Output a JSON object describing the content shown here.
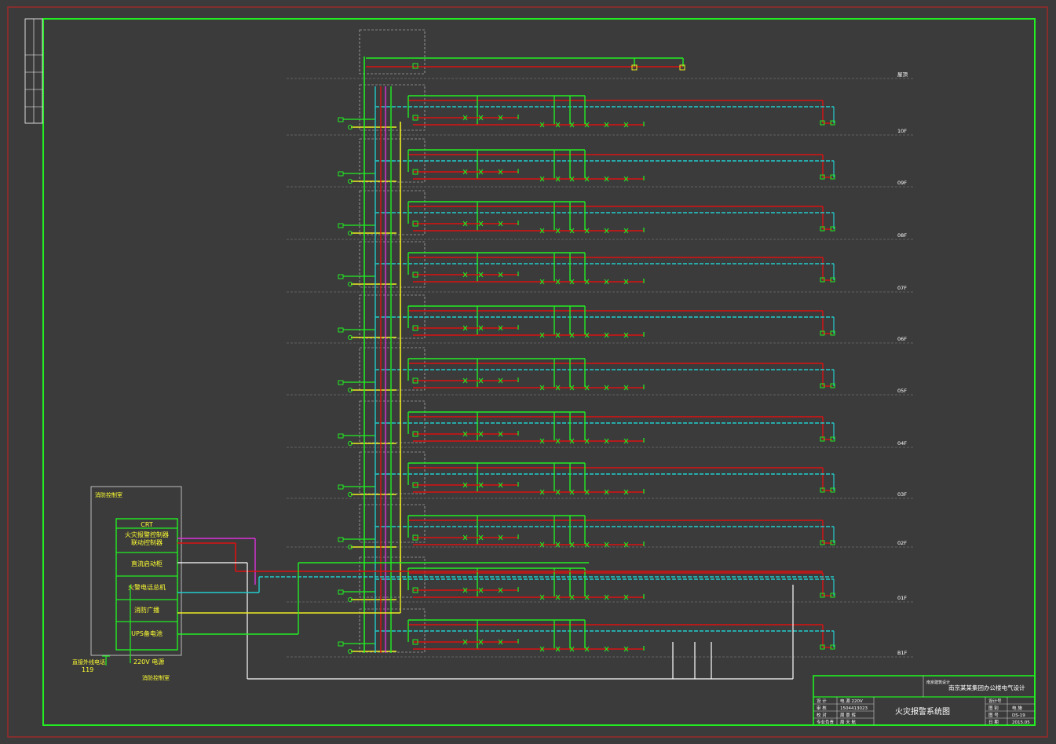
{
  "floors": [
    "屋顶",
    "10F",
    "09F",
    "08F",
    "07F",
    "06F",
    "05F",
    "04F",
    "03F",
    "02F",
    "01F",
    "B1F"
  ],
  "control_room": {
    "title": "消防控制室",
    "panel_items": [
      "CRT",
      "火灾报警控制器",
      "联动控制器",
      "直流启动柜",
      "火警电话总机",
      "消防广播",
      "UPS备电池"
    ],
    "bottom_left": [
      "直接外线电话",
      "119"
    ],
    "power": "220V 电源",
    "power_sub": "消防控制室"
  },
  "title_block": {
    "company": "南京建筑设计",
    "project": "南京某某集团办公楼电气设计",
    "drawing_title": "火灾报警系统图",
    "rows_left": [
      [
        "设 计",
        "电 源 220V"
      ],
      [
        "审 核",
        "1504413023"
      ],
      [
        "校 对",
        "周 景 辉"
      ],
      [
        "专业负责",
        "周 天 航"
      ]
    ],
    "rows_right": [
      [
        "设计号",
        ""
      ],
      [
        "图 别",
        "电 施"
      ],
      [
        "图 号",
        "DS-19"
      ],
      [
        "日 期",
        "2015.05"
      ]
    ]
  },
  "colors": {
    "frame": "#22dd22",
    "outer": "#cc2222",
    "signal_red": "#dd1111",
    "bus_cyan": "#22cccc",
    "bus_green": "#22ee22",
    "bus_yellow": "#eeee22",
    "bus_magenta": "#dd33dd",
    "white": "#ffffff"
  }
}
